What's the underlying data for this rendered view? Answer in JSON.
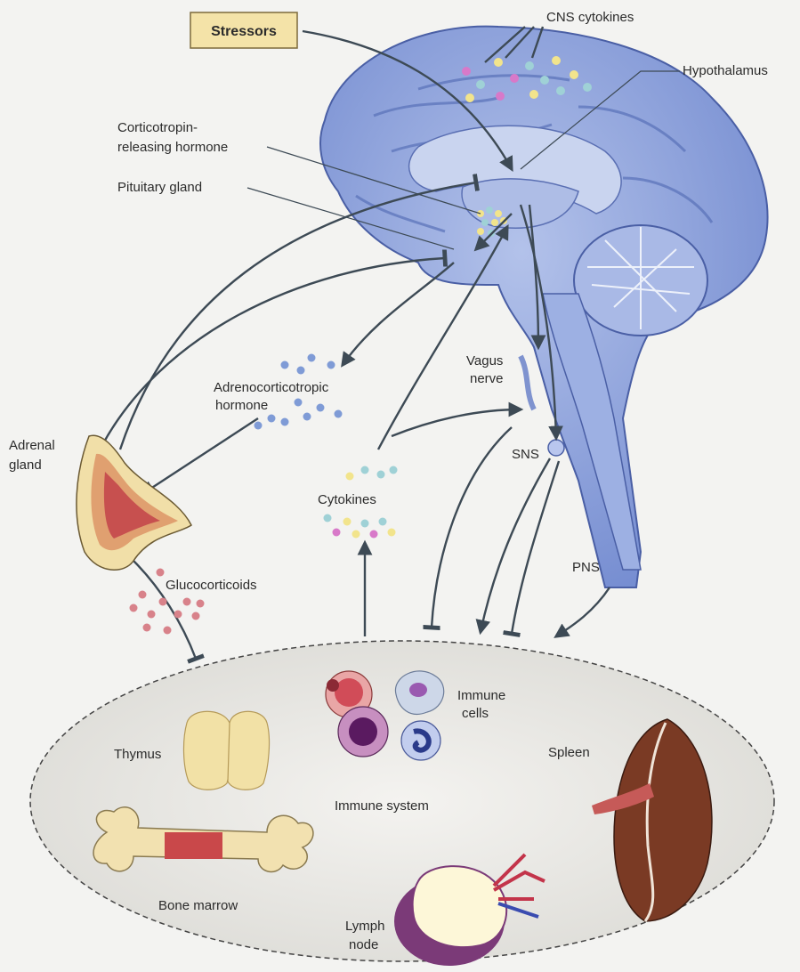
{
  "labels": {
    "stressors": "Stressors",
    "cns_cytokines": "CNS cytokines",
    "hypothalamus": "Hypothalamus",
    "crh_line1": "Corticotropin-",
    "crh_line2": "releasing hormone",
    "pituitary": "Pituitary gland",
    "acth_line1": "Adrenocorticotropic",
    "acth_line2": "hormone",
    "vagus_line1": "Vagus",
    "vagus_line2": "nerve",
    "adrenal_line1": "Adrenal",
    "adrenal_line2": "gland",
    "sns": "SNS",
    "cytokines": "Cytokines",
    "pns": "PNS",
    "glucocorticoids": "Glucocorticoids",
    "immune_cells_line1": "Immune",
    "immune_cells_line2": "cells",
    "thymus": "Thymus",
    "spleen": "Spleen",
    "immune_system": "Immune system",
    "bone_marrow": "Bone marrow",
    "lymph_line1": "Lymph",
    "lymph_line2": "node"
  },
  "colors": {
    "brain": "#8ea3d8",
    "brain_dark": "#5f78bf",
    "stressor_box": "#f4e3a8",
    "arrow": "#3d4a55",
    "immune_oval": "#e7e6e2",
    "glucocorticoid_dots": "#d8828a",
    "acth_dots": "#7f9bd6",
    "spleen": "#7a3a24",
    "marrow": "#c9484a"
  }
}
